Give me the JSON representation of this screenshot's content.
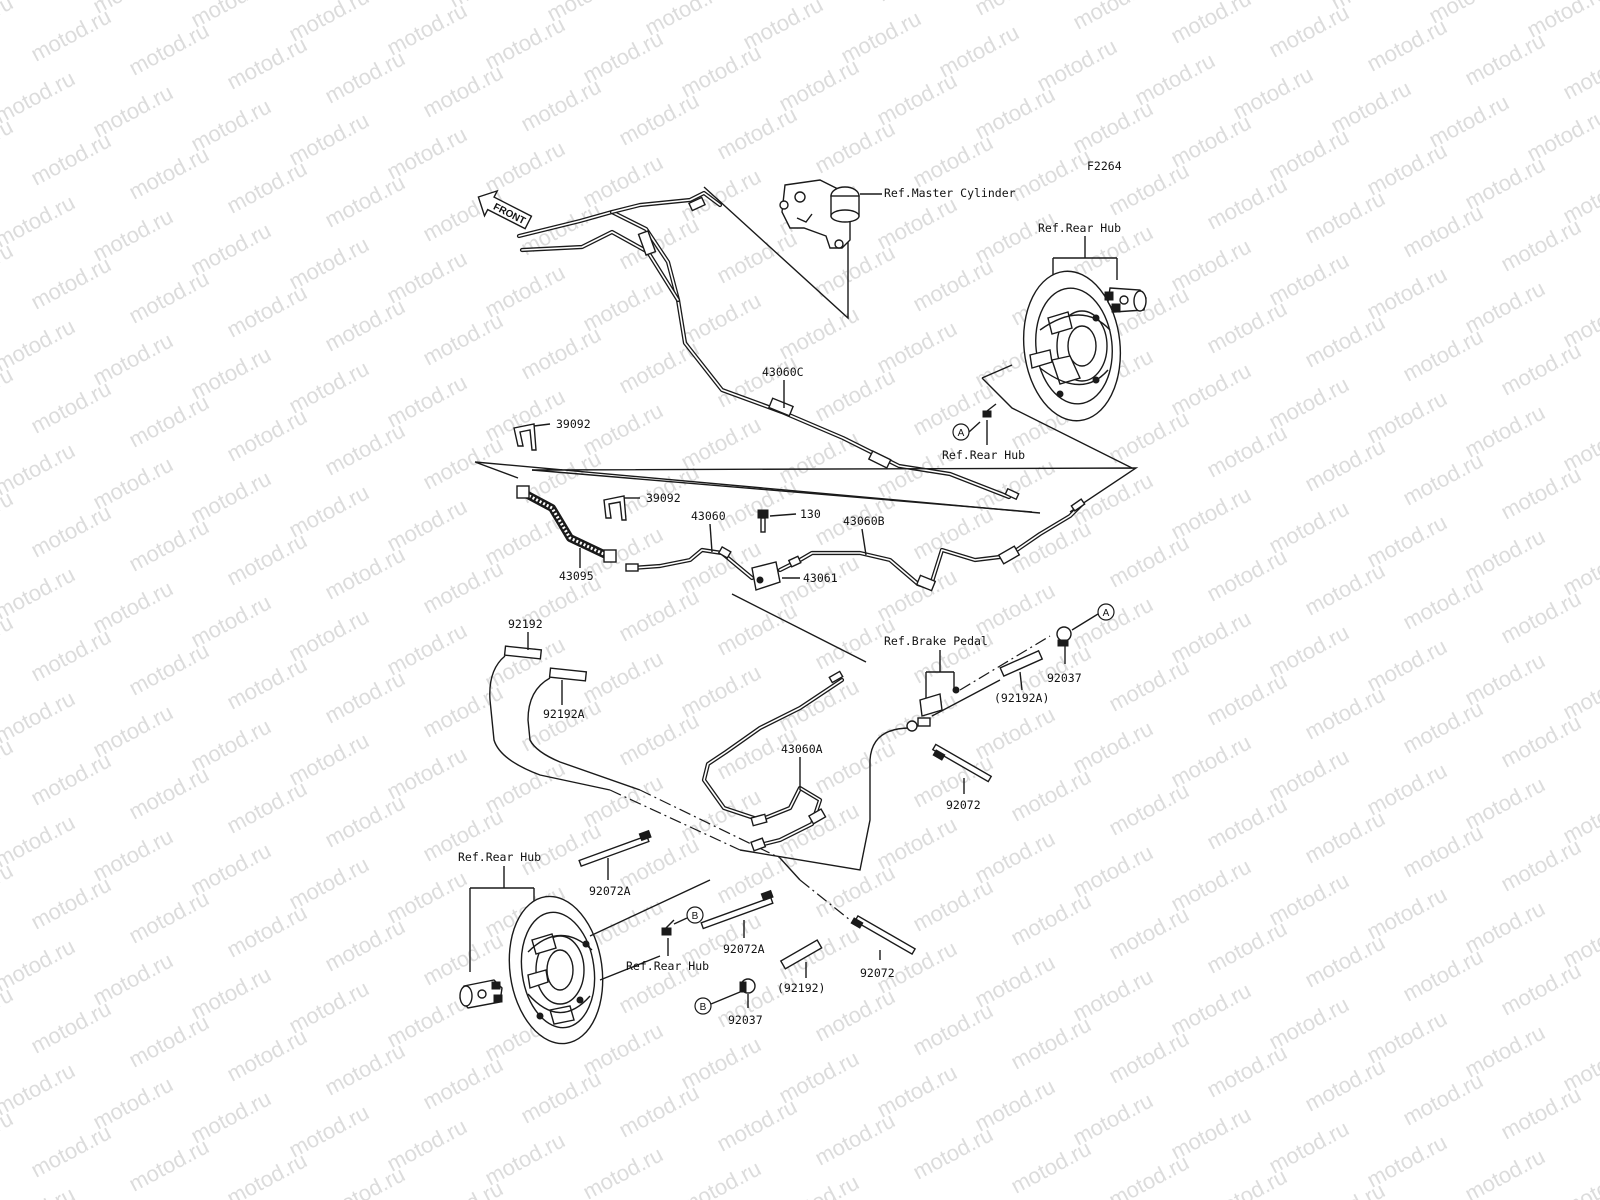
{
  "watermark": "motod.ru",
  "diagram_id": "F2264",
  "front_label": "FRONT",
  "callouts": {
    "ref_master_cylinder": "Ref.Master Cylinder",
    "ref_rear_hub_top": "Ref.Rear Hub",
    "ref_rear_hub_mid": "Ref.Rear Hub",
    "ref_brake_pedal": "Ref.Brake Pedal",
    "ref_rear_hub_left": "Ref.Rear Hub",
    "ref_rear_hub_bottom": "Ref.Rear Hub"
  },
  "parts": {
    "p43060C": "43060C",
    "p39092_a": "39092",
    "p39092_b": "39092",
    "p43060": "43060",
    "p130": "130",
    "p43060B": "43060B",
    "p43095": "43095",
    "p43061": "43061",
    "p92192": "92192",
    "p92192A": "92192A",
    "p92192A_paren": "(92192A)",
    "p92037_top": "92037",
    "p43060A": "43060A",
    "p92072_right": "92072",
    "p92072A_left": "92072A",
    "p92072A_mid": "92072A",
    "p92192_paren": "(92192)",
    "p92072_bottom": "92072",
    "p92037_bottom": "92037"
  },
  "markers": {
    "A": "A",
    "B": "B"
  }
}
